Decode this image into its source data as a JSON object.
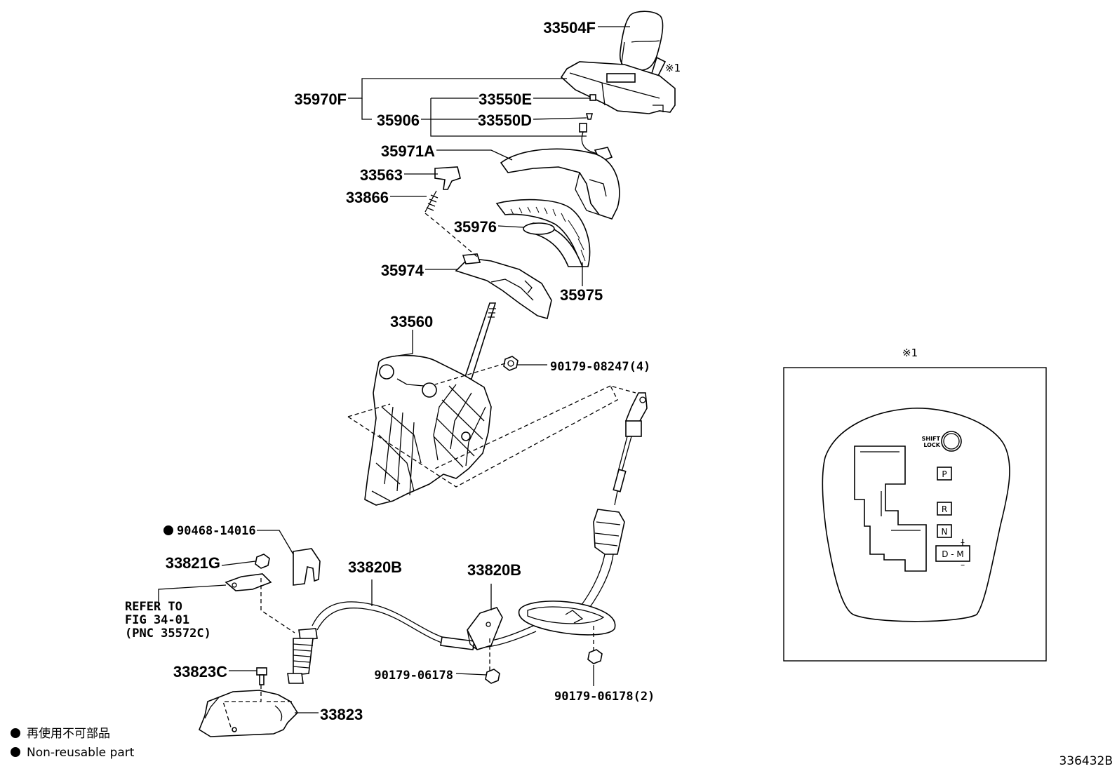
{
  "parts": {
    "p33504F": "33504F",
    "p35970F": "35970F",
    "p33550E": "33550E",
    "p35906": "35906",
    "p33550D": "33550D",
    "p35971A": "35971A",
    "p33563": "33563",
    "p33866": "33866",
    "p35976": "35976",
    "p35974": "35974",
    "p35975": "35975",
    "p33560": "33560",
    "p90179_08247": "90179-08247(4)",
    "p90468_14016": "90468-14016",
    "p33821G": "33821G",
    "p33820B_a": "33820B",
    "p33820B_b": "33820B",
    "p90179_06178_a": "90179-06178",
    "p90179_06178_b": "90179-06178(2)",
    "p33823C": "33823C",
    "p33823": "33823"
  },
  "refer": {
    "line1": "REFER TO",
    "line2": "FIG 34-01",
    "line3": "(PNC 35572C)"
  },
  "marks": {
    "note1": "※1",
    "detail_label": "※1"
  },
  "detail": {
    "shift_lock_1": "SHIFT",
    "shift_lock_2": "LOCK",
    "gate_p": "P",
    "gate_r": "R",
    "gate_n": "N",
    "gate_dm": "D - M",
    "plus": "+",
    "minus": "−"
  },
  "legend": {
    "jp": "再使用不可部品",
    "en": "Non-reusable part"
  },
  "figure_id": "336432B"
}
